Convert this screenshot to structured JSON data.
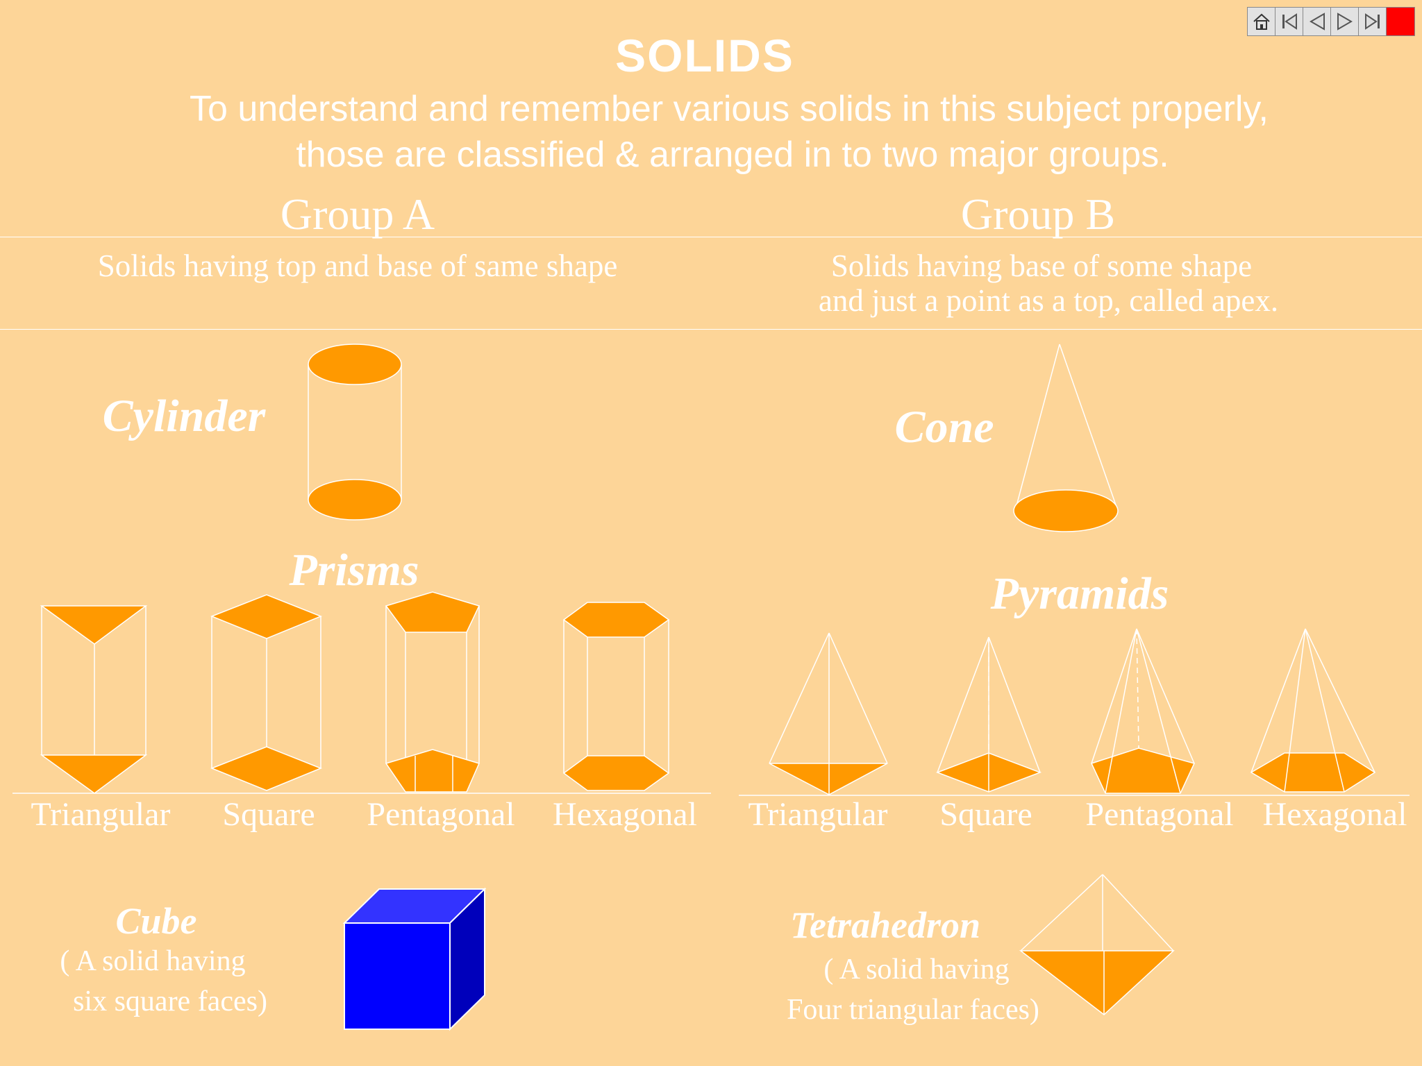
{
  "header": {
    "title": "SOLIDS",
    "subtitle_line1": "To understand and remember various solids in this subject properly,",
    "subtitle_line2": "those are classified & arranged in to two major groups."
  },
  "group_a": {
    "title": "Group A",
    "description": "Solids having top and base of same shape",
    "cylinder_label": "Cylinder",
    "prisms_label": "Prisms",
    "prisms": [
      "Triangular",
      "Square",
      "Pentagonal",
      "Hexagonal"
    ],
    "cube_label": "Cube",
    "cube_note_line1": "( A solid having",
    "cube_note_line2": "six square faces)"
  },
  "group_b": {
    "title": "Group B",
    "description_line1": "Solids having base of some shape",
    "description_line2": "and just a point as a top, called apex.",
    "cone_label": "Cone",
    "pyramids_label": "Pyramids",
    "pyramids": [
      "Triangular",
      "Square",
      "Pentagonal",
      "Hexagonal"
    ],
    "tetra_label": "Tetrahedron",
    "tetra_note_line1": "( A solid having",
    "tetra_note_line2": "Four triangular  faces)"
  },
  "nav": {
    "icons": [
      "home-icon",
      "first-slide-icon",
      "previous-slide-icon",
      "next-slide-icon",
      "last-slide-icon",
      "stop-icon"
    ]
  },
  "colors": {
    "background": "#FDD598",
    "face_fill": "#FF9900",
    "cube_front": "#0000FF",
    "cube_top": "#3333FF",
    "cube_side": "#0000BB",
    "lines": "#FFFFFF"
  }
}
